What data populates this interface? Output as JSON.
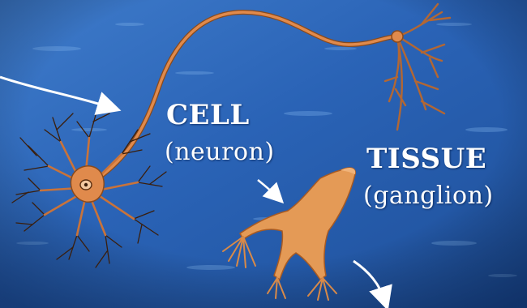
{
  "labels": {
    "cell_title": "CELL",
    "cell_subtitle": "(neuron)",
    "tissue_title": "TISSUE",
    "tissue_subtitle": "(ganglion)"
  },
  "colors": {
    "background": "#2a63b6",
    "background_light": "#5b92d6",
    "neuron_fill": "#e08a4c",
    "neuron_outline": "#8a4a1c",
    "dendrite": "#3a1e0c",
    "ganglion_fill": "#e49a56",
    "label_text": "#ffffff",
    "arrow": "#ffffff"
  },
  "icons": {
    "arrow_to_neuron": "curved-arrow-icon",
    "arrow_to_ganglion": "arrow-icon",
    "arrow_out": "curved-arrow-icon"
  }
}
